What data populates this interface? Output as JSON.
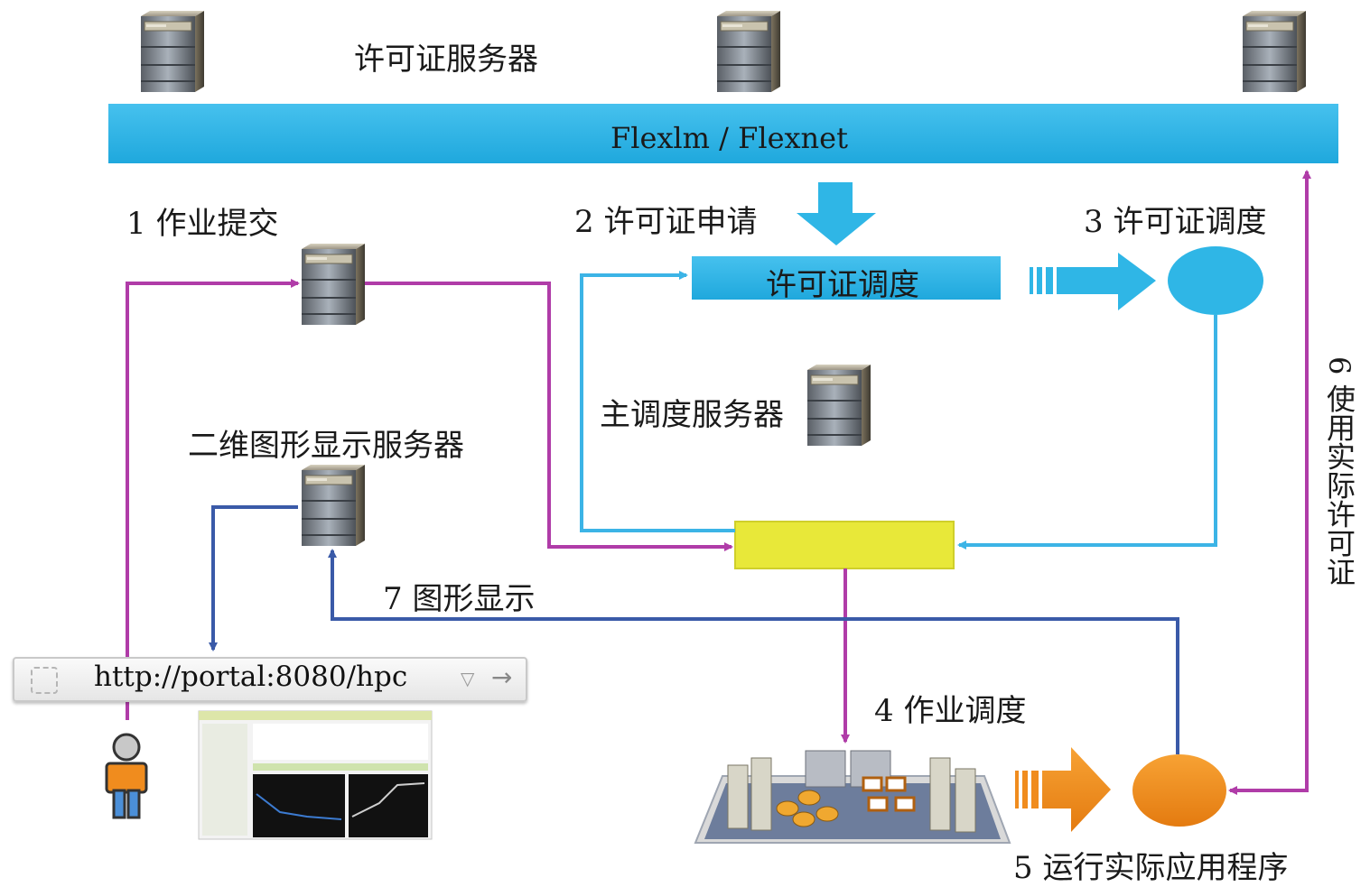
{
  "labels": {
    "license_servers": "许可证服务器",
    "flexlm_bar": "Flexlm / Flexnet",
    "step1": "1 作业提交",
    "step2": "2 许可证申请",
    "step3": "3 许可证调度",
    "license_sched_bar": "许可证调度",
    "master_sched": "主调度服务器",
    "graphics_server": "二维图形显示服务器",
    "step7": "7 图形显示",
    "url": "http://portal:8080/hpc",
    "step4": "4 作业调度",
    "step5": "5 运行实际应用程序",
    "step6": "6 使用实际许可证"
  },
  "icons": {
    "server": "server-tower-icon",
    "user": "user-person-icon",
    "cluster": "compute-cluster-icon",
    "screenshot": "portal-screenshot-thumbnail",
    "down_arrow": "down-arrow-icon",
    "right_arrow": "right-arrow-icon"
  },
  "colors": {
    "cyan": "#2fb6e6",
    "yellow": "#e8e839",
    "orange": "#f08c1e",
    "magenta": "#b03ca8",
    "blue": "#3a5aa8",
    "light_blue": "#3cb4e6"
  }
}
